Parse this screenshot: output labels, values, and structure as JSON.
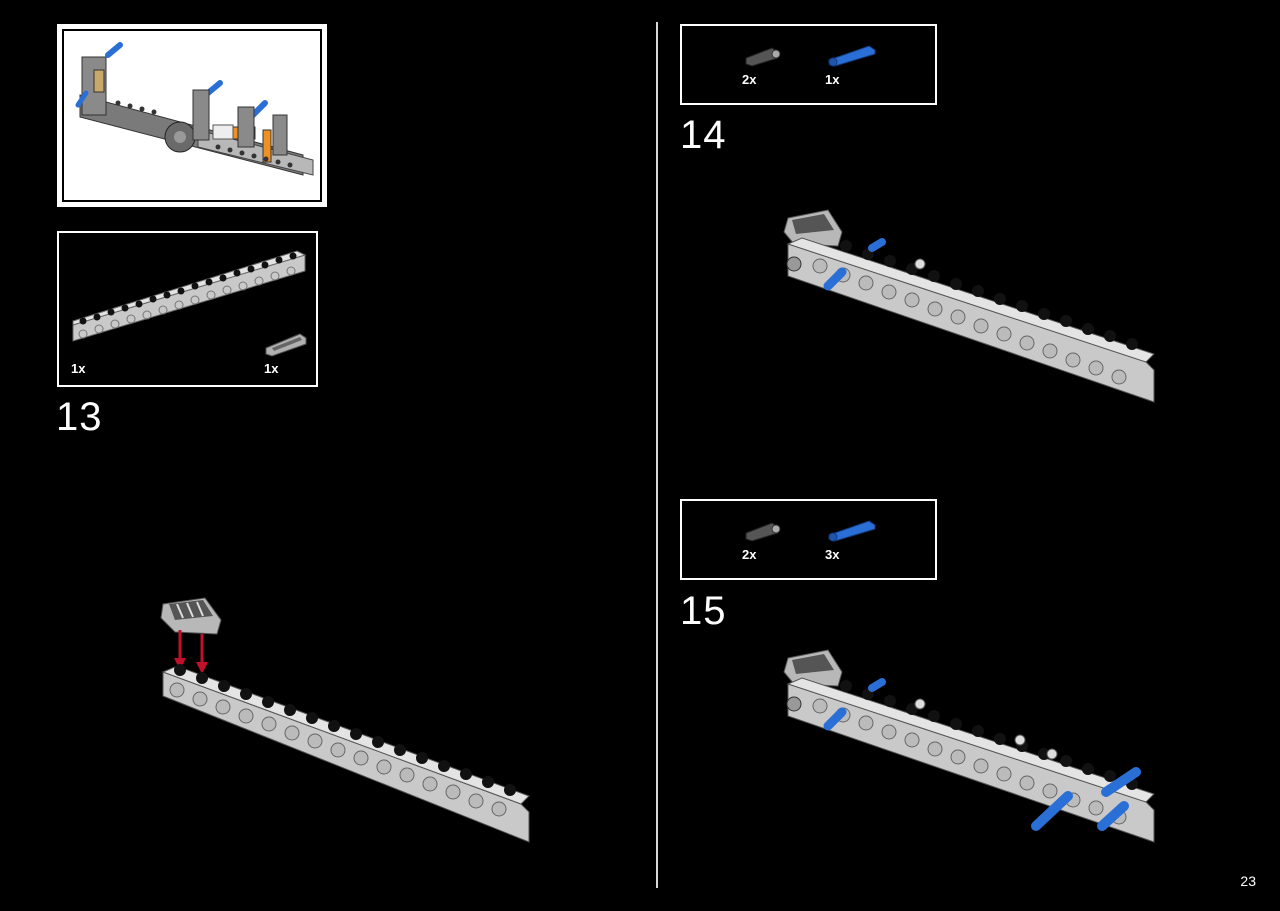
{
  "page": {
    "number": "23"
  },
  "steps": [
    {
      "number": "13",
      "parts": [
        {
          "qty": "1x",
          "part": "beam-with-holes-16"
        },
        {
          "qty": "1x",
          "part": "slope-brick-grille"
        }
      ]
    },
    {
      "number": "14",
      "parts": [
        {
          "qty": "2x",
          "part": "friction-pin-grey"
        },
        {
          "qty": "1x",
          "part": "axle-pin-blue"
        }
      ]
    },
    {
      "number": "15",
      "parts": [
        {
          "qty": "2x",
          "part": "friction-pin-grey"
        },
        {
          "qty": "3x",
          "part": "axle-pin-blue"
        }
      ]
    }
  ],
  "colors": {
    "background": "#000000",
    "beam": "#c9c9c9",
    "blue_pin": "#2a6fd6",
    "arrow": "#c0102a"
  }
}
